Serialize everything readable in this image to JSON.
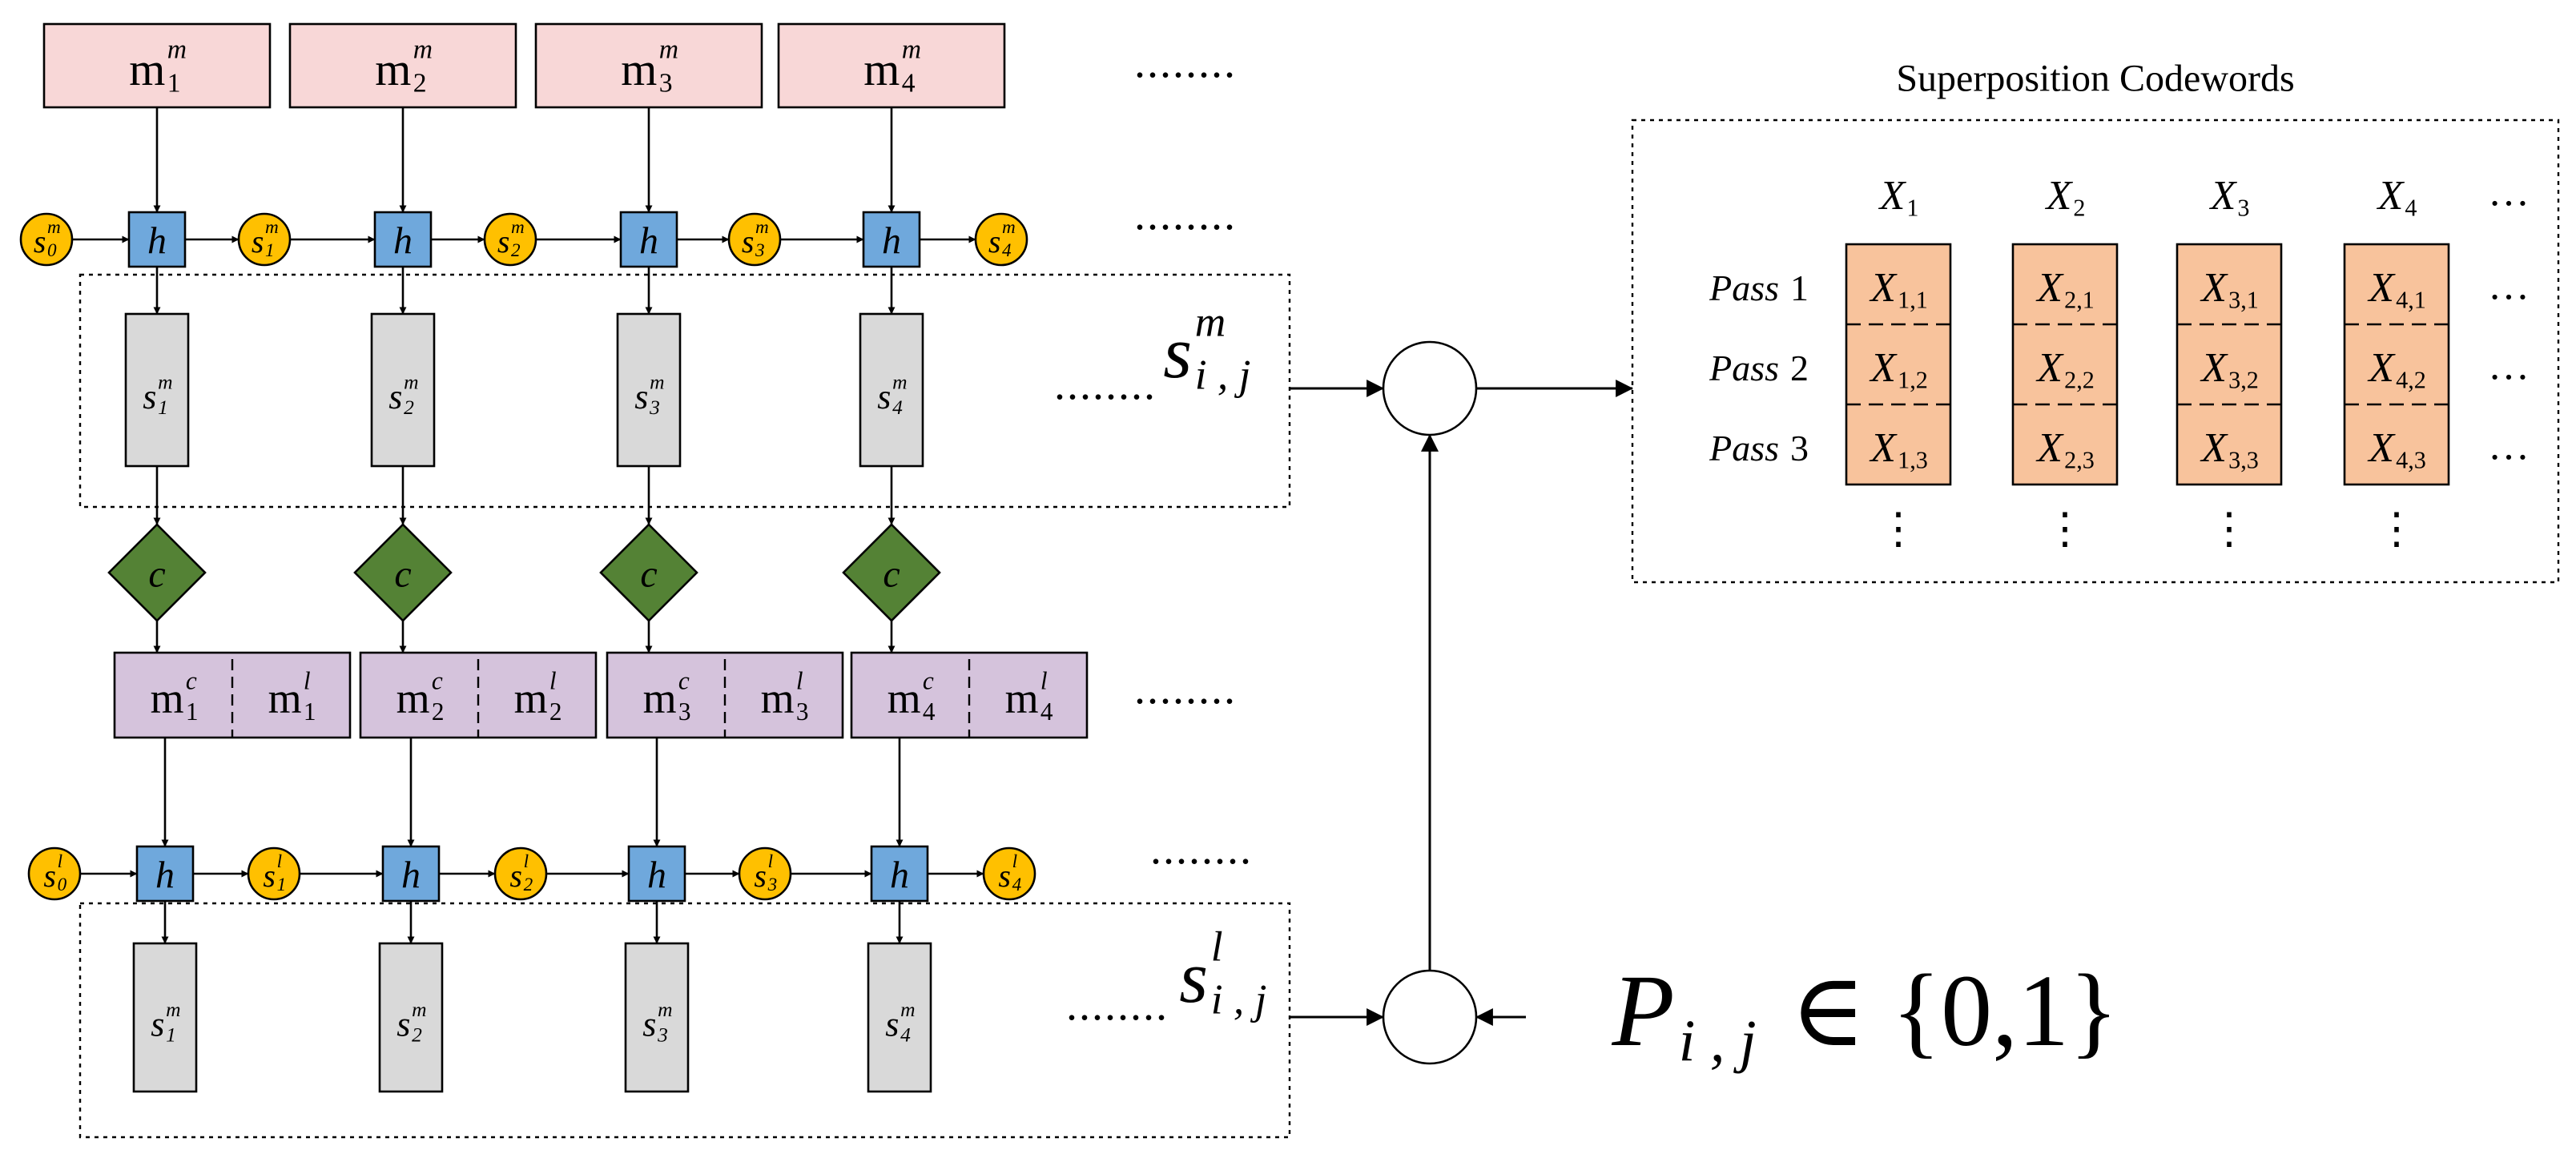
{
  "colors": {
    "msg_box": "#F8D7D7",
    "hash_box": "#6FA8DC",
    "state_circle": "#FFC000",
    "state_box": "#D9D9D9",
    "diamond": "#548235",
    "layer_box": "#D5C3DC",
    "codeword_box": "#F8C39C",
    "stroke": "#000000"
  },
  "icons": {
    "xor": "xor-plus-circle-icon",
    "multiply": "multiply-cross-circle-icon"
  },
  "top_message_blocks": [
    {
      "base": "m",
      "sub": "1",
      "sup": "m"
    },
    {
      "base": "m",
      "sub": "2",
      "sup": "m"
    },
    {
      "base": "m",
      "sub": "3",
      "sup": "m"
    },
    {
      "base": "m",
      "sub": "4",
      "sup": "m"
    }
  ],
  "hash_label": "h",
  "combine_label": "c",
  "top_states": [
    {
      "base": "s",
      "sub": "0",
      "sup": "m"
    },
    {
      "base": "s",
      "sub": "1",
      "sup": "m"
    },
    {
      "base": "s",
      "sub": "2",
      "sup": "m"
    },
    {
      "base": "s",
      "sub": "3",
      "sup": "m"
    },
    {
      "base": "s",
      "sub": "4",
      "sup": "m"
    }
  ],
  "top_state_boxes": [
    {
      "base": "s",
      "sub": "1",
      "sup": "m"
    },
    {
      "base": "s",
      "sub": "2",
      "sup": "m"
    },
    {
      "base": "s",
      "sub": "3",
      "sup": "m"
    },
    {
      "base": "s",
      "sub": "4",
      "sup": "m"
    }
  ],
  "top_group_label": {
    "base": "s",
    "sub": "i , j",
    "sup": "m"
  },
  "layer_blocks": [
    {
      "c": {
        "base": "m",
        "sub": "1",
        "sup": "c"
      },
      "l": {
        "base": "m",
        "sub": "1",
        "sup": "l"
      }
    },
    {
      "c": {
        "base": "m",
        "sub": "2",
        "sup": "c"
      },
      "l": {
        "base": "m",
        "sub": "2",
        "sup": "l"
      }
    },
    {
      "c": {
        "base": "m",
        "sub": "3",
        "sup": "c"
      },
      "l": {
        "base": "m",
        "sub": "3",
        "sup": "l"
      }
    },
    {
      "c": {
        "base": "m",
        "sub": "4",
        "sup": "c"
      },
      "l": {
        "base": "m",
        "sub": "4",
        "sup": "l"
      }
    }
  ],
  "bottom_states": [
    {
      "base": "s",
      "sub": "0",
      "sup": "l"
    },
    {
      "base": "s",
      "sub": "1",
      "sup": "l"
    },
    {
      "base": "s",
      "sub": "2",
      "sup": "l"
    },
    {
      "base": "s",
      "sub": "3",
      "sup": "l"
    },
    {
      "base": "s",
      "sub": "4",
      "sup": "l"
    }
  ],
  "bottom_state_boxes": [
    {
      "base": "s",
      "sub": "1",
      "sup": "m"
    },
    {
      "base": "s",
      "sub": "2",
      "sup": "m"
    },
    {
      "base": "s",
      "sub": "3",
      "sup": "m"
    },
    {
      "base": "s",
      "sub": "4",
      "sup": "m"
    }
  ],
  "bottom_group_label": {
    "base": "s",
    "sub": "i , j",
    "sup": "l"
  },
  "ellipsis_dots": "........",
  "pij_label": {
    "base": "P",
    "sub": "i , j",
    "rest": " ∈ {0,1}"
  },
  "codewords": {
    "title": "Superposition Codewords",
    "columns": [
      {
        "base": "X",
        "sub": "1"
      },
      {
        "base": "X",
        "sub": "2"
      },
      {
        "base": "X",
        "sub": "3"
      },
      {
        "base": "X",
        "sub": "4"
      }
    ],
    "col_ellipsis": "…",
    "passes": [
      {
        "word": "Pass",
        "num": "1"
      },
      {
        "word": "Pass",
        "num": "2"
      },
      {
        "word": "Pass",
        "num": "3"
      }
    ],
    "cells": [
      [
        {
          "base": "X",
          "sub": "1,1"
        },
        {
          "base": "X",
          "sub": "1,2"
        },
        {
          "base": "X",
          "sub": "1,3"
        }
      ],
      [
        {
          "base": "X",
          "sub": "2,1"
        },
        {
          "base": "X",
          "sub": "2,2"
        },
        {
          "base": "X",
          "sub": "2,3"
        }
      ],
      [
        {
          "base": "X",
          "sub": "3,1"
        },
        {
          "base": "X",
          "sub": "3,2"
        },
        {
          "base": "X",
          "sub": "3,3"
        }
      ],
      [
        {
          "base": "X",
          "sub": "4,1"
        },
        {
          "base": "X",
          "sub": "4,2"
        },
        {
          "base": "X",
          "sub": "4,3"
        }
      ]
    ],
    "row_ellipsis": "…",
    "vertical_ellipsis": "⋮"
  }
}
